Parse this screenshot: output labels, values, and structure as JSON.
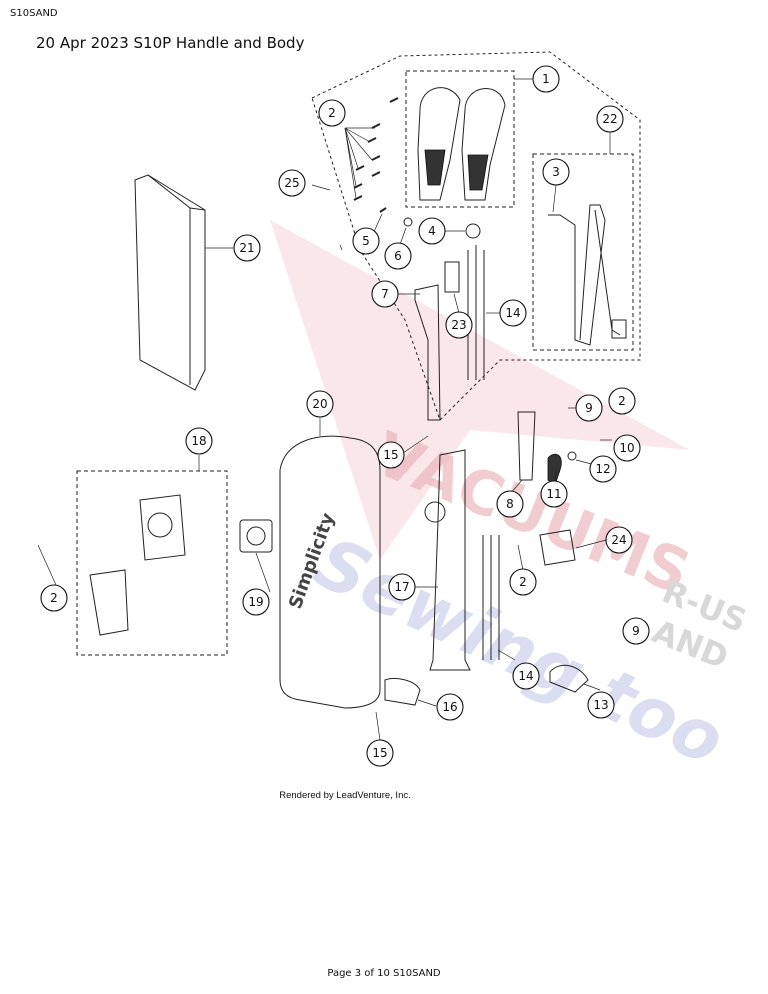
{
  "header": {
    "doc_code": "S10SAND",
    "title": "20 Apr 2023 S10P Handle and Body"
  },
  "credit": "Rendered by LeadVenture, Inc.",
  "footer": {
    "page": "Page 3 of 10 S10SAND"
  },
  "watermark": {
    "line1": "VACUUMS",
    "line2": "R-US",
    "line3": "AND",
    "line4": "Sewing too",
    "accent_color": "#e8a0a8",
    "blue_color": "#b8bde0",
    "gray_color": "#cfcfcf"
  },
  "brand_on_body": "Simplicity",
  "callouts": [
    "1",
    "2",
    "3",
    "4",
    "5",
    "6",
    "7",
    "8",
    "9",
    "10",
    "11",
    "12",
    "13",
    "14",
    "15",
    "16",
    "17",
    "18",
    "19",
    "20",
    "21",
    "22",
    "23",
    "24",
    "25"
  ],
  "callout_numbers": {
    "c1": "1",
    "c2a": "2",
    "c2b": "2",
    "c2c": "2",
    "c2d": "2",
    "c3": "3",
    "c4": "4",
    "c5": "5",
    "c6": "6",
    "c7": "7",
    "c8": "8",
    "c9a": "9",
    "c9b": "9",
    "c10": "10",
    "c11": "11",
    "c12": "12",
    "c13": "13",
    "c14a": "14",
    "c14b": "14",
    "c15a": "15",
    "c15b": "15",
    "c16": "16",
    "c17": "17",
    "c18": "18",
    "c19": "19",
    "c20": "20",
    "c21": "21",
    "c22": "22",
    "c23": "23",
    "c24": "24",
    "c25": "25"
  }
}
